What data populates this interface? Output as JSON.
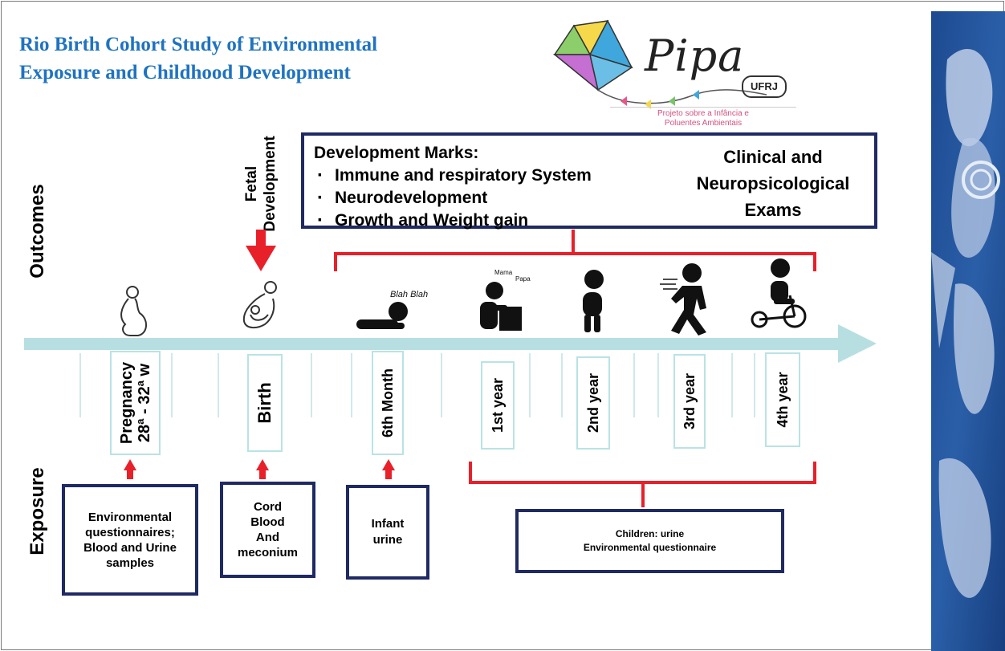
{
  "title": {
    "line1": "Rio Birth Cohort Study of Environmental",
    "line2": "Exposure and Childhood Development"
  },
  "logo": {
    "word": "Pipa",
    "badge": "UFRJ",
    "subtitle_line1": "Projeto sobre a Infância e",
    "subtitle_line2": "Poluentes Ambientais"
  },
  "labels": {
    "outcomes": "Outcomes",
    "exposure": "Exposure",
    "fetal_line1": "Fetal",
    "fetal_line2": "Development"
  },
  "development": {
    "heading": "Development Marks:",
    "items": [
      "Immune and respiratory System",
      "Neurodevelopment",
      "Growth and Weight gain"
    ],
    "clinical_line1": "Clinical and",
    "clinical_line2": "Neuropsicological",
    "clinical_line3": "Exams"
  },
  "timeline": {
    "pregnancy_line1": "Pregnancy",
    "pregnancy_line2": "28ª - 32ª w",
    "birth": "Birth",
    "month6": "6th Month",
    "year1": "1st year",
    "year2": "2nd year",
    "year3": "3rd year",
    "year4": "4th year"
  },
  "exposure": {
    "box1_line1": "Environmental",
    "box1_line2": "questionnaires;",
    "box1_line3": "Blood and Urine",
    "box1_line4": "samples",
    "box2_line1": "Cord",
    "box2_line2": "Blood",
    "box2_line3": "And",
    "box2_line4": "meconium",
    "box3_line1": "Infant",
    "box3_line2": "urine",
    "box4_line1": "Children:  urine",
    "box4_line2": "Environmental  questionnaire"
  },
  "icon_text": {
    "babble": "Blah Blah",
    "mama": "Mama",
    "papa": "Papa"
  },
  "colors": {
    "title": "#1f73c1",
    "box_border": "#1f2a63",
    "bracket": "#e8202a",
    "arrow": "#b7dfe1",
    "logo_sub": "#d5507f"
  }
}
